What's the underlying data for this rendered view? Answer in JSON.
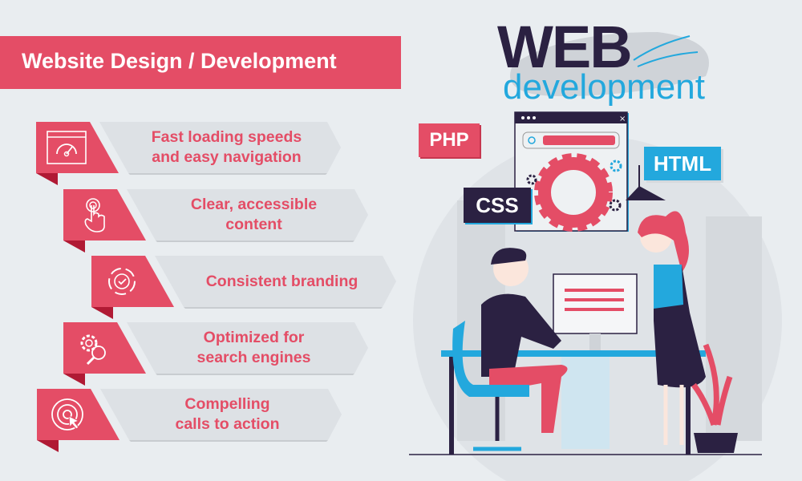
{
  "header": {
    "title": "Website Design / Development"
  },
  "items": [
    {
      "line1": "Fast loading speeds",
      "line2": "and easy navigation",
      "icon": "speedometer-browser-icon"
    },
    {
      "line1": "Clear, accessible",
      "line2": "content",
      "icon": "tap-hand-icon"
    },
    {
      "line1": "Consistent branding",
      "line2": "",
      "icon": "cycle-check-icon"
    },
    {
      "line1": "Optimized for",
      "line2": "search engines",
      "icon": "gear-search-icon"
    },
    {
      "line1": "Compelling",
      "line2": "calls to action",
      "icon": "target-cursor-icon"
    }
  ],
  "illustration": {
    "logo_word": "WEB",
    "logo_sub": "development",
    "tags": {
      "php": "PHP",
      "css": "CSS",
      "html": "HTML"
    }
  },
  "colors": {
    "accent": "#e44d66",
    "dark": "#2b2142",
    "blue": "#23a8dd",
    "background": "#e9edf0",
    "banner": "#dde1e5"
  }
}
